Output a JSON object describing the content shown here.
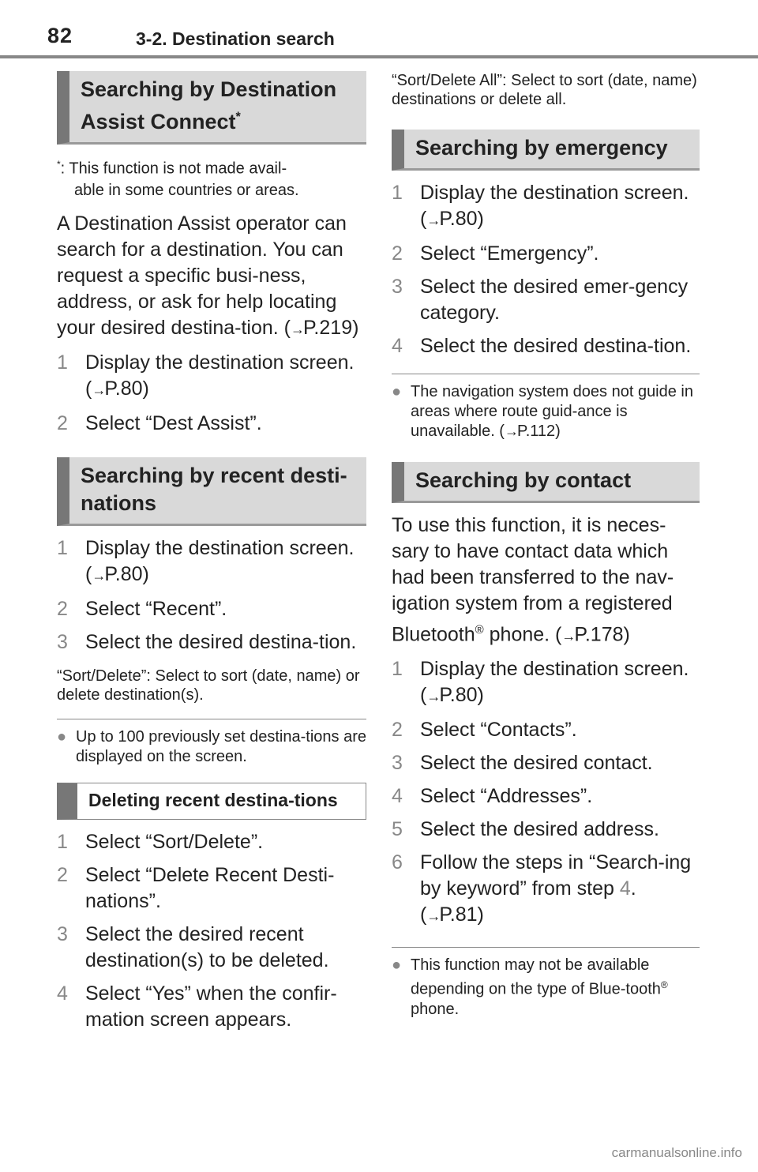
{
  "header": {
    "page_number": "82",
    "section": "3-2. Destination search"
  },
  "left": {
    "h1": "Searching by Destination Assist Connect",
    "h1_mark": "*",
    "footnote_mark": "*",
    "footnote_a": ": This function is not made avail-",
    "footnote_b": "able in some countries or areas.",
    "para": "A Destination Assist operator can search for a destination. You can request a specific busi-ness, address, or ask for help locating your desired destina-tion. (",
    "para_ref": "P.219)",
    "steps1": [
      {
        "n": "1",
        "t": "Display the destination screen. (",
        "ref": "P.80)"
      },
      {
        "n": "2",
        "t": "Select “Dest Assist”.",
        "ref": ""
      }
    ],
    "h2": "Searching by recent desti-nations",
    "steps2": [
      {
        "n": "1",
        "t": "Display the destination screen. (",
        "ref": "P.80)"
      },
      {
        "n": "2",
        "t": "Select “Recent”.",
        "ref": ""
      },
      {
        "n": "3",
        "t": "Select the desired destina-tion.",
        "ref": ""
      }
    ],
    "note2": "“Sort/Delete”: Select to sort (date, name) or delete destination(s).",
    "bullet2": "Up to 100 previously set destina-tions are displayed on the screen.",
    "h3": "Deleting recent destina-tions",
    "steps3": [
      {
        "n": "1",
        "t": "Select “Sort/Delete”.",
        "ref": ""
      },
      {
        "n": "2",
        "t": "Select “Delete Recent Desti-nations”.",
        "ref": ""
      },
      {
        "n": "3",
        "t": "Select the desired recent destination(s) to be deleted.",
        "ref": ""
      },
      {
        "n": "4",
        "t": "Select “Yes” when the confir-mation screen appears.",
        "ref": ""
      }
    ]
  },
  "right": {
    "note_top": "“Sort/Delete All”: Select to sort (date, name) destinations or delete all.",
    "h4": "Searching by emergency",
    "steps4": [
      {
        "n": "1",
        "t": "Display the destination screen. (",
        "ref": "P.80)"
      },
      {
        "n": "2",
        "t": "Select “Emergency”.",
        "ref": ""
      },
      {
        "n": "3",
        "t": "Select the desired emer-gency category.",
        "ref": ""
      },
      {
        "n": "4",
        "t": "Select the desired destina-tion.",
        "ref": ""
      }
    ],
    "bullet4": "The navigation system does not guide in areas where route guid-ance is unavailable. (",
    "bullet4_ref": "P.112)",
    "h5": "Searching by contact",
    "para5": "To use this function, it is neces-sary to have contact data which had been transferred to the nav-igation system from a registered Bluetooth",
    "para5_reg": "®",
    "para5_tail": " phone. (",
    "para5_ref": "P.178)",
    "steps5": [
      {
        "n": "1",
        "t": "Display the destination screen. (",
        "ref": "P.80)"
      },
      {
        "n": "2",
        "t": "Select “Contacts”.",
        "ref": ""
      },
      {
        "n": "3",
        "t": "Select the desired contact.",
        "ref": ""
      },
      {
        "n": "4",
        "t": "Select “Addresses”.",
        "ref": ""
      },
      {
        "n": "5",
        "t": "Select the desired address.",
        "ref": ""
      }
    ],
    "step6_n": "6",
    "step6_a": "Follow the steps in “Search-ing by keyword” from step",
    "step6_step": "4",
    "step6_b": ".",
    "step6_ref": "P.81)",
    "bullet5": "This function may not be available depending on the type of Blue-tooth",
    "bullet5_reg": "®",
    "bullet5_tail": " phone."
  },
  "symbols": {
    "arrow": "→",
    "bullet": "●",
    "paren_open": "("
  },
  "watermark": "carmanualsonline.info"
}
